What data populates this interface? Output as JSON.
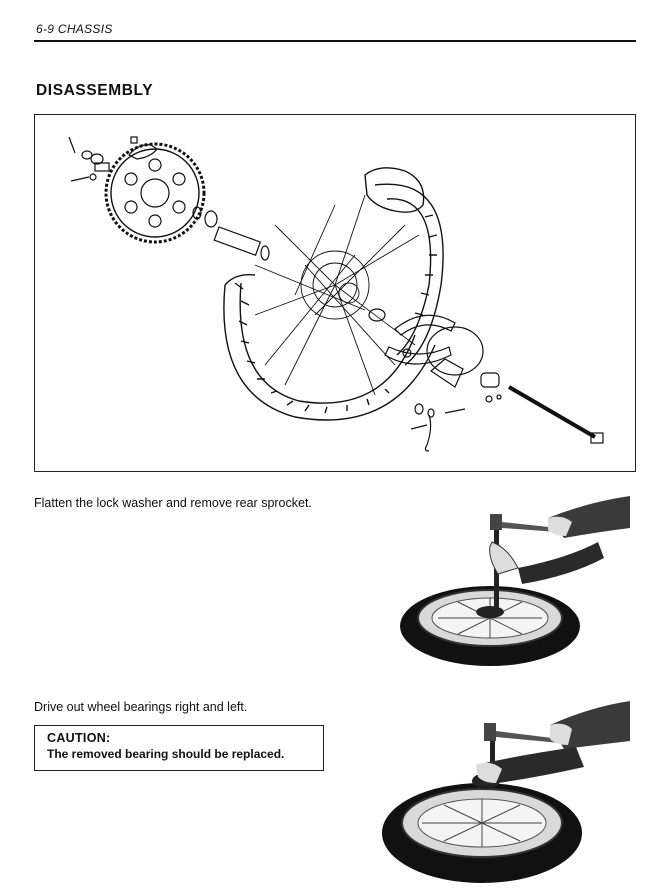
{
  "header": {
    "text": "6-9 CHASSIS"
  },
  "section": {
    "title": "DISASSEMBLY"
  },
  "steps": [
    {
      "text": "Flatten the lock washer and remove rear sprocket."
    },
    {
      "text": "Drive out wheel bearings right and left."
    }
  ],
  "caution": {
    "title": "CAUTION:",
    "text": "The removed bearing should be replaced."
  }
}
